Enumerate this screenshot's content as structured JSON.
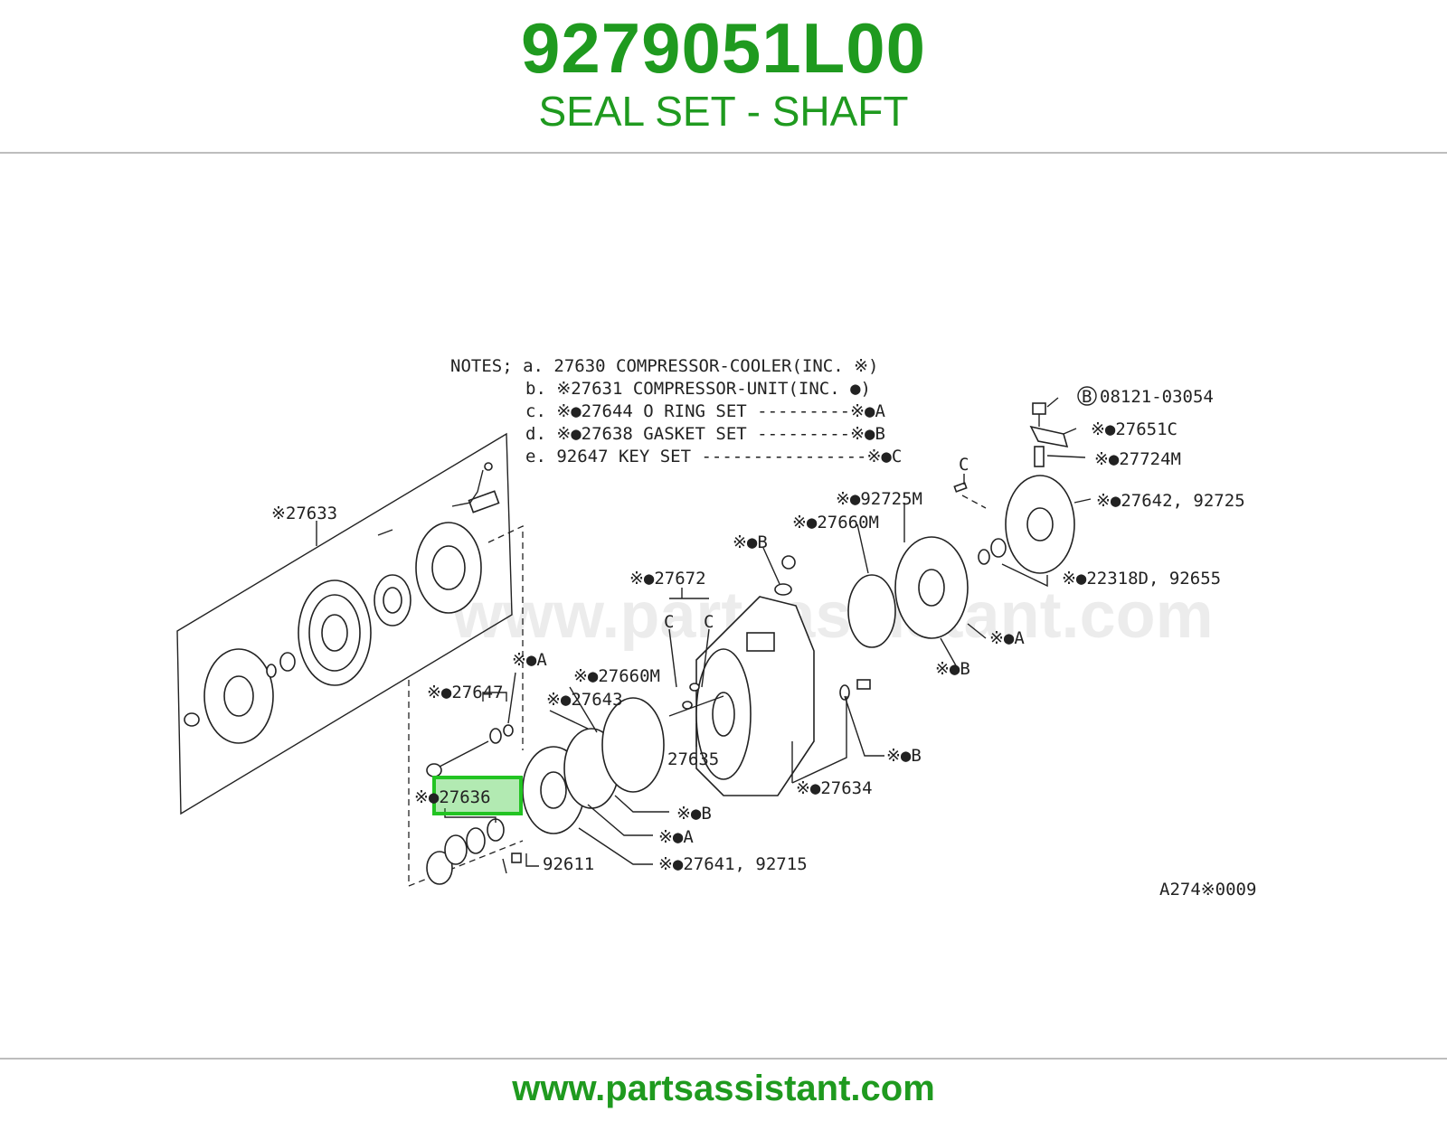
{
  "header": {
    "part_number": "9279051L00",
    "description": "SEAL SET - SHAFT"
  },
  "footer": {
    "url": "www.partsassistant.com"
  },
  "watermark": "www.partsassistant.com",
  "notes": [
    "NOTES; a. 27630  COMPRESSOR-COOLER(INC. ※)",
    "b. ※27631  COMPRESSOR-UNIT(INC. ●)",
    "c. ※●27644  O RING SET  ---------※●A",
    "d. ※●27638  GASKET SET  ---------※●B",
    "e. 92647  KEY SET  ----------------※●C"
  ],
  "labels": {
    "l_08121": "08121-03054",
    "l_B_circle": "B",
    "l_27651c": "※●27651C",
    "l_27724m": "※●27724M",
    "l_C_top": "C",
    "l_27642": "※●27642, 92725",
    "l_92725m": "※●92725M",
    "l_27660m_top": "※●27660M",
    "l_B1": "※●B",
    "l_22318d": "※●22318D, 92655",
    "l_27672": "※●27672",
    "l_C_left": "C",
    "l_C_right": "C",
    "l_A_mid": "※●A",
    "l_B_mid": "※●B",
    "l_27633": "※27633",
    "l_A_left": "※●A",
    "l_27660m_low": "※●27660M",
    "l_27647": "※●27647",
    "l_27643": "※●27643",
    "l_27635": "27635",
    "l_B_right": "※●B",
    "l_27634": "※●27634",
    "l_27636": "※●27636",
    "l_B_low": "※●B",
    "l_A_low": "※●A",
    "l_27641": "※●27641, 92715",
    "l_92611": "92611",
    "l_ref": "A274※0009"
  },
  "highlight_color": "#22c422",
  "brand_color": "#1f9a1f"
}
